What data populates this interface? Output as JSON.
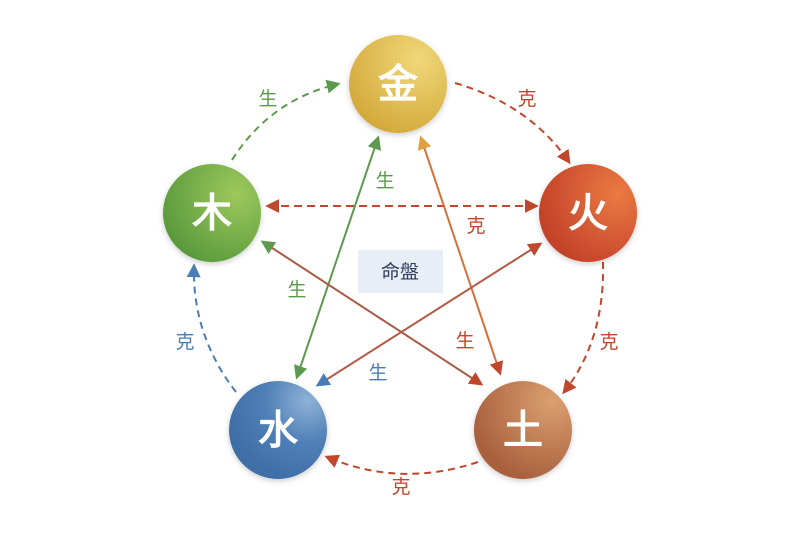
{
  "elements": {
    "metal": {
      "label": "金",
      "color": "#e0b94a"
    },
    "wood": {
      "label": "木",
      "color": "#6fa94a"
    },
    "fire": {
      "label": "火",
      "color": "#d5532c"
    },
    "water": {
      "label": "水",
      "color": "#4a7db5"
    },
    "earth": {
      "label": "土",
      "color": "#c0764a"
    }
  },
  "center_label": "命盤",
  "relations": {
    "wood_metal": "生",
    "metal_fire": "克",
    "water_metal": "生",
    "wood_fire": "克",
    "wood_earth": "生",
    "water_wood": "克",
    "metal_earth": "生",
    "fire_earth": "克",
    "fire_water": "生",
    "earth_water": "克"
  },
  "colors": {
    "green": "#5e9a4e",
    "red": "#c0462c",
    "blue": "#4a7db5",
    "orange": "#e0a040"
  }
}
